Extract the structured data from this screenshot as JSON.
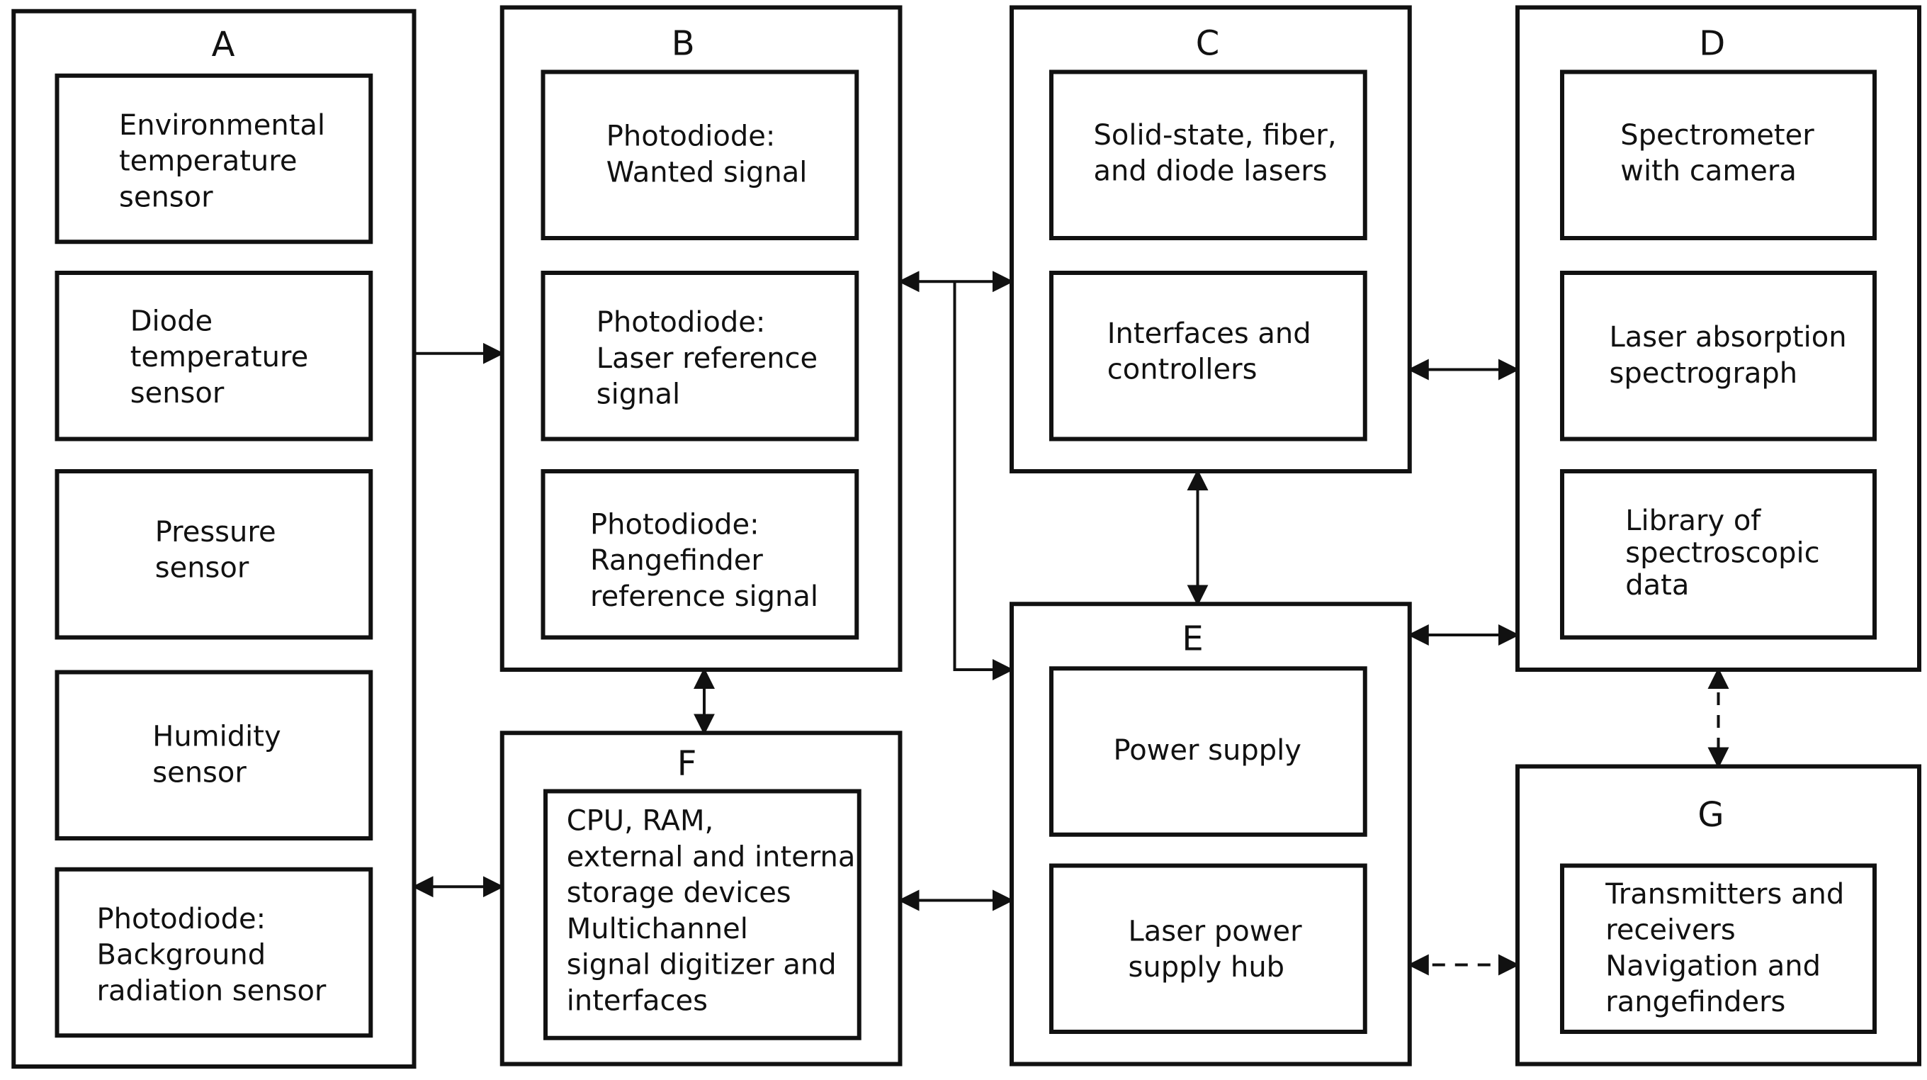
{
  "blocks": {
    "A": {
      "label": "A",
      "items": [
        [
          "Environmental",
          "temperature",
          "sensor"
        ],
        [
          "Diode",
          "temperature",
          "sensor"
        ],
        [
          "Pressure",
          "sensor"
        ],
        [
          "Humidity",
          "sensor"
        ],
        [
          "Photodiode:",
          "Background",
          "radiation sensor"
        ]
      ]
    },
    "B": {
      "label": "B",
      "items": [
        [
          "Photodiode:",
          "Wanted signal"
        ],
        [
          "Photodiode:",
          "Laser reference",
          "signal"
        ],
        [
          "Photodiode:",
          "Rangefinder",
          "reference signal"
        ]
      ]
    },
    "C": {
      "label": "C",
      "items": [
        [
          "Solid-state, fiber,",
          "and diode lasers"
        ],
        [
          "Interfaces and",
          "controllers"
        ]
      ]
    },
    "D": {
      "label": "D",
      "items": [
        [
          "Spectrometer",
          "with camera"
        ],
        [
          "Laser absorption",
          "spectrograph"
        ],
        [
          "Library of",
          "spectroscopic",
          "data"
        ]
      ]
    },
    "E": {
      "label": "E",
      "items": [
        [
          "Power supply"
        ],
        [
          "Laser power",
          "supply hub"
        ]
      ]
    },
    "F": {
      "label": "F",
      "items": [
        [
          "CPU, RAM,",
          "external and internal",
          "storage devices",
          "Multichannel",
          "signal digitizer and",
          "interfaces"
        ]
      ]
    },
    "G": {
      "label": "G",
      "items": [
        [
          "Transmitters and",
          "receivers",
          "Navigation and",
          "rangefinders"
        ]
      ]
    }
  },
  "connections": [
    {
      "from": "A",
      "to": "B",
      "style": "solid",
      "direction": "one-way"
    },
    {
      "from": "A",
      "to": "F",
      "style": "solid",
      "direction": "two-way"
    },
    {
      "from": "B",
      "to": "C",
      "style": "solid",
      "direction": "two-way"
    },
    {
      "from": "B",
      "to": "E",
      "style": "solid",
      "direction": "one-way"
    },
    {
      "from": "B",
      "to": "F",
      "style": "solid",
      "direction": "two-way"
    },
    {
      "from": "C",
      "to": "D",
      "style": "solid",
      "direction": "two-way"
    },
    {
      "from": "C",
      "to": "E",
      "style": "solid",
      "direction": "two-way"
    },
    {
      "from": "E",
      "to": "D",
      "style": "solid",
      "direction": "two-way"
    },
    {
      "from": "F",
      "to": "E",
      "style": "solid",
      "direction": "two-way"
    },
    {
      "from": "D",
      "to": "G",
      "style": "dashed",
      "direction": "two-way"
    },
    {
      "from": "E",
      "to": "G",
      "style": "dashed",
      "direction": "two-way"
    }
  ]
}
